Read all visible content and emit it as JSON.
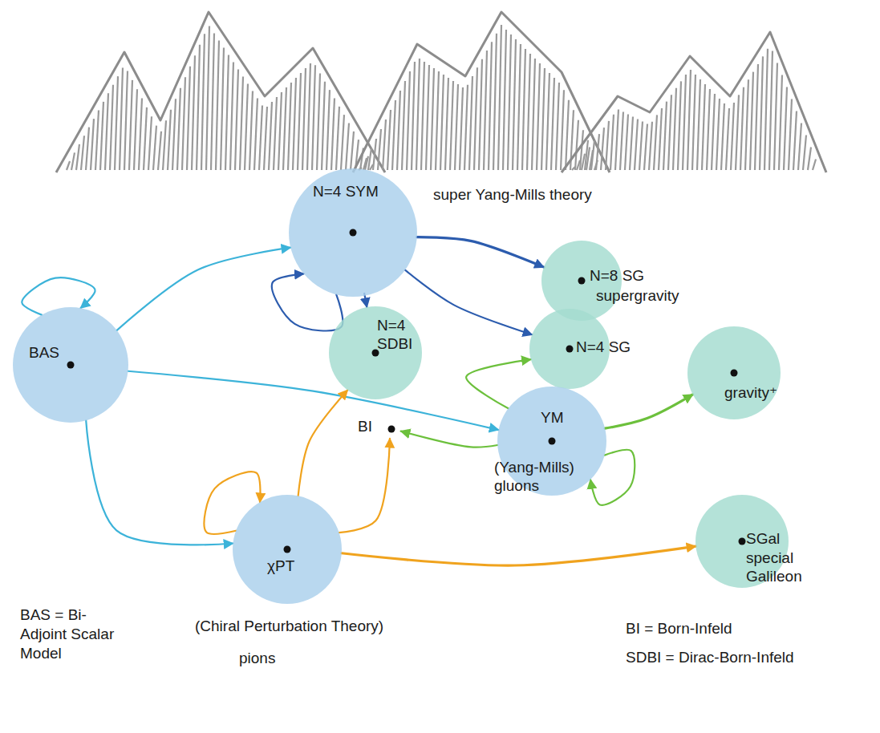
{
  "diagram": {
    "nodes": [
      {
        "text": [
          "N=4 SYM",
          "super Yang-Mills theory"
        ]
      },
      {
        "text": [
          "N=8 SG",
          "supergravity"
        ]
      },
      {
        "text": [
          "BAS"
        ]
      },
      {
        "text": [
          "N=4 SDBI"
        ]
      },
      {
        "text": [
          "N=4 SG"
        ]
      },
      {
        "text": [
          "gravity⁺"
        ]
      },
      {
        "text": [
          "BI"
        ]
      },
      {
        "text": [
          "YM",
          "(Yang-Mills) gluons"
        ]
      },
      {
        "text": [
          "SGal",
          "special Galileon"
        ]
      },
      {
        "text": [
          "χPT",
          "(Chiral Perturbation Theory)",
          "pions"
        ]
      }
    ],
    "edges": [
      {
        "from": 0,
        "to": 1,
        "arrow": "to"
      },
      {
        "from": 0,
        "to": 4,
        "arrow": "to"
      },
      {
        "from": 0,
        "to": 3,
        "arrow": "to"
      },
      {
        "from": 0,
        "to": 0,
        "arrow": "to"
      },
      {
        "from": 2,
        "to": 0,
        "arrow": "to"
      },
      {
        "from": 2,
        "to": 2,
        "arrow": "to"
      },
      {
        "from": 2,
        "to": 7,
        "arrow": "to"
      },
      {
        "from": 2,
        "to": 9,
        "arrow": "to"
      },
      {
        "from": 7,
        "to": 5,
        "arrow": "to"
      },
      {
        "from": 7,
        "to": 4,
        "arrow": "to"
      },
      {
        "from": 7,
        "to": 6,
        "arrow": "to"
      },
      {
        "from": 7,
        "to": 7,
        "arrow": "to"
      },
      {
        "from": 9,
        "to": 3,
        "arrow": "to"
      },
      {
        "from": 9,
        "to": 6,
        "arrow": "to"
      },
      {
        "from": 9,
        "to": 9,
        "arrow": "to"
      },
      {
        "from": 9,
        "to": 8,
        "arrow": "to"
      }
    ],
    "labels": [
      "BAS = Bi-Adjoint Scalar Model",
      "BI = Born-Infeld",
      "SDBI = Dirac-Born-Infeld"
    ]
  }
}
